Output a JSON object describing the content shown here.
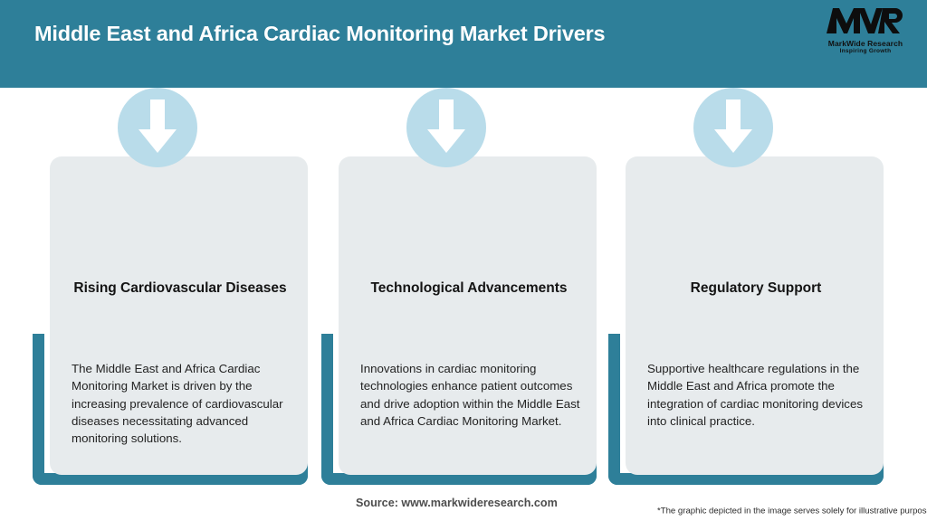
{
  "header": {
    "title": "Middle East and Africa Cardiac Monitoring Market Drivers",
    "background_color": "#2e7f99",
    "title_color": "#ffffff"
  },
  "logo": {
    "mark": "MWR",
    "name": "MarkWide Research",
    "tagline": "Inspiring Growth"
  },
  "theme": {
    "teal": "#2e7f99",
    "card_background": "#e7ebed",
    "icon_circle": "#b9dcea",
    "arrow": "#ffffff"
  },
  "cards": [
    {
      "icon": "down-arrow-icon",
      "heading": "Rising Cardiovascular Diseases",
      "text": "The Middle East and Africa Cardiac Monitoring Market is driven by the increasing prevalence of cardiovascular diseases necessitating advanced monitoring solutions."
    },
    {
      "icon": "down-arrow-icon",
      "heading": "Technological Advancements",
      "text": "Innovations in cardiac monitoring technologies enhance patient outcomes and drive adoption within the Middle East and Africa Cardiac Monitoring Market."
    },
    {
      "icon": "down-arrow-icon",
      "heading": "Regulatory Support",
      "text": "Supportive healthcare regulations in the Middle East and Africa promote the integration of cardiac monitoring devices into clinical practice."
    }
  ],
  "footer": {
    "source": "Source: www.markwideresearch.com",
    "disclaimer": "*The graphic depicted in the image serves solely for illustrative purposes"
  }
}
